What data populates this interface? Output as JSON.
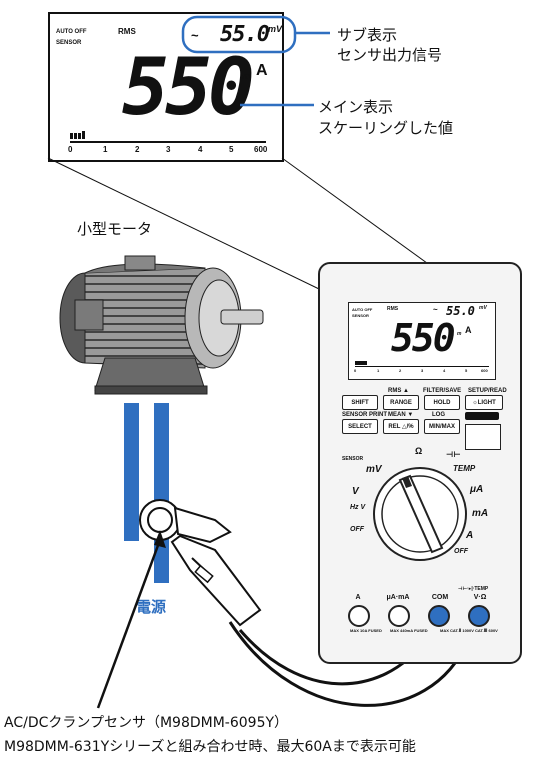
{
  "lcd_zoom": {
    "auto_off": "AUTO OFF",
    "sensor": "SENSOR",
    "rms": "RMS",
    "tilde": "~",
    "sub_value": "55.0",
    "sub_unit": "mV",
    "main_value": "550",
    "main_prefix": "m",
    "main_unit": "A",
    "scale_ticks": [
      "0",
      "1",
      "2",
      "3",
      "4",
      "5",
      "600"
    ]
  },
  "callouts": {
    "sub_display_title": "サブ表示",
    "sub_display_desc": "センサ出力信号",
    "main_display_title": "メイン表示",
    "main_display_desc": "スケーリングした値"
  },
  "motor_label": "小型モータ",
  "power_label": "電源",
  "meter": {
    "row1_labels": [
      "RMS ▲",
      "FILTER/SAVE",
      "SETUP/READ"
    ],
    "row1_buttons": [
      "SHIFT",
      "RANGE",
      "HOLD",
      "☼LIGHT"
    ],
    "row2_labels": [
      "SENSOR PRINT",
      "MEAN ▼",
      "LOG"
    ],
    "row2_buttons": [
      "SELECT",
      "REL △/%",
      "MIN/MAX"
    ],
    "dial_labels": [
      "mV",
      "Ω",
      "⊣⊢",
      "TEMP",
      "μA",
      "mA",
      "A",
      "OFF",
      "OFF",
      "V",
      "Hz V",
      "SENSOR"
    ],
    "jacks": [
      "A",
      "μA·mA",
      "COM",
      "V·Ω"
    ],
    "jack_top_label": "⊣⊢·▸|·TEMP",
    "warnings": [
      "MAX 10A FUSED",
      "MAX 440mA FUSED",
      "MAX CAT.Ⅱ 1000V CAT.Ⅲ 600V"
    ]
  },
  "caption": {
    "line1": "AC/DCクランプセンサ（M98DMM-6095Y）",
    "line2": "M98DMM-631Yシリーズと組み合わせ時、最大60Aまで表示可能"
  },
  "colors": {
    "accent": "#2f6fc0",
    "wire": "#111111"
  }
}
